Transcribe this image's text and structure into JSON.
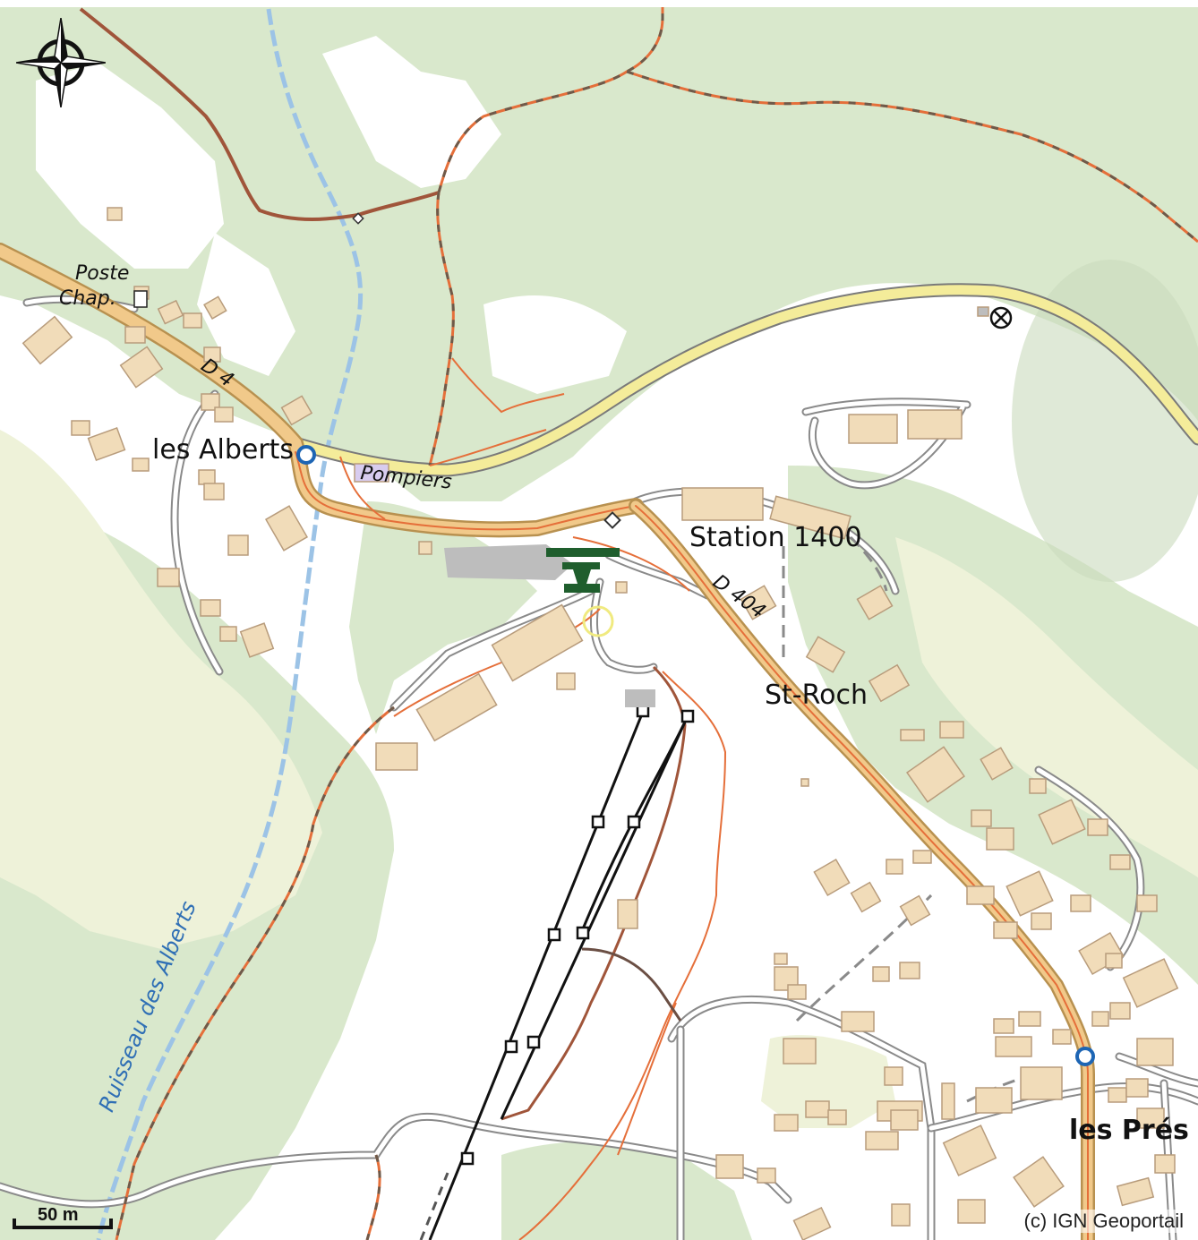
{
  "map": {
    "labels": {
      "poste": "Poste",
      "chap": "Chap.",
      "d4": "D 4",
      "les_alberts": "les Alberts",
      "pompiers": "Pompiers",
      "station_1400": "Station 1400",
      "d404": "D 404",
      "st_roch": "St-Roch",
      "ruisseau": "Ruisseau des Alberts",
      "les_pres": "les Prés"
    },
    "scale_label": "50 m",
    "attribution": "(c) IGN Geoportail",
    "icons": {
      "compass": "compass-rose-icon",
      "bus_stop": "bus-stop-icon",
      "point_of_interest": "cross-circle-icon"
    },
    "colors": {
      "forest": "#d9e8cc",
      "meadow": "#eef2d9",
      "departmental_road": "#f1c98a",
      "main_road": "#f4ec9a",
      "footpath": "#e56f3a",
      "trail_dash": "#6e5a4a",
      "building": "#f1dcb9",
      "stream": "#9cc3e6",
      "ski_lift": "#111111"
    }
  }
}
